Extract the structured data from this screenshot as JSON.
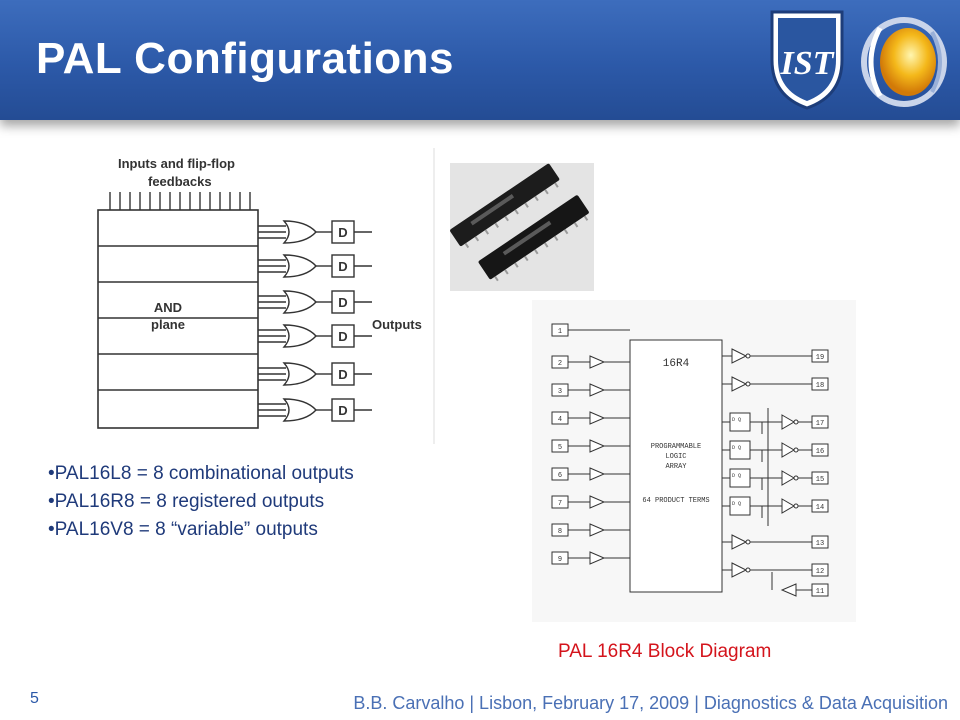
{
  "slide": {
    "title": "PAL Configurations",
    "page_number": "5",
    "footer": "B.B. Carvalho | Lisbon, February 17, 2009 | Diagnostics & Data Acquisition"
  },
  "logos": {
    "left_crest_text": "IST",
    "right": "ring-logo"
  },
  "left_diagram": {
    "top_label_line1": "Inputs and flip-flop",
    "top_label_line2": "feedbacks",
    "and_plane_line1": "AND",
    "and_plane_line2": "plane",
    "outputs_label": "Outputs",
    "flipflop_label": "D"
  },
  "bullets": [
    "•PAL16L8   = 8 combinational outputs",
    "•PAL16R8  = 8 registered outputs",
    "•PAL16V8  = 8 “variable” outputs"
  ],
  "block_diagram": {
    "chip_name": "16R4",
    "array_line1": "PROGRAMMABLE",
    "array_line2": "LOGIC",
    "array_line3": "ARRAY",
    "product_terms": "64 PRODUCT TERMS",
    "input_pins": [
      "1",
      "2",
      "3",
      "4",
      "5",
      "6",
      "7",
      "8",
      "9"
    ],
    "output_pins": [
      "19",
      "18",
      "17",
      "16",
      "15",
      "14",
      "13",
      "12",
      "11"
    ],
    "ff_label": "D  Q"
  },
  "caption": "PAL 16R4 Block Diagram",
  "colors": {
    "header": "#2c59a8",
    "title": "#ffffff",
    "bullet_text": "#1f3a7a",
    "caption": "#d4141c",
    "footer": "#4a70b5"
  }
}
